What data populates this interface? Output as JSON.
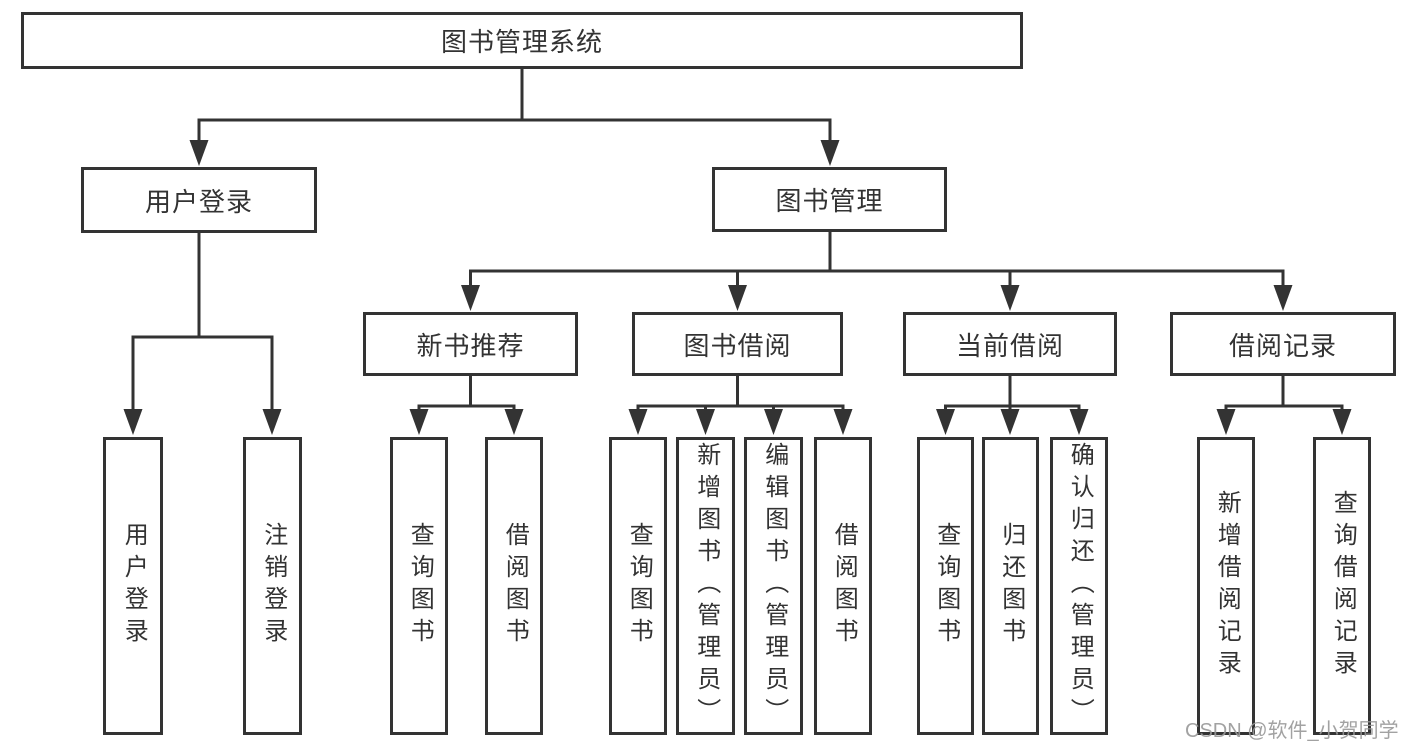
{
  "diagram": {
    "root": {
      "label": "图书管理系统"
    },
    "level2": [
      {
        "label": "用户登录"
      },
      {
        "label": "图书管理"
      }
    ],
    "level3": [
      {
        "label": "新书推荐"
      },
      {
        "label": "图书借阅"
      },
      {
        "label": "当前借阅"
      },
      {
        "label": "借阅记录"
      }
    ],
    "level4": {
      "user_login": [
        {
          "label": "用户登录"
        },
        {
          "label": "注销登录"
        }
      ],
      "new_book": [
        {
          "label": "查询图书"
        },
        {
          "label": "借阅图书"
        }
      ],
      "book_borrow": [
        {
          "label": "查询图书"
        },
        {
          "label": "新增图书（管理员）"
        },
        {
          "label": "编辑图书（管理员）"
        },
        {
          "label": "借阅图书"
        }
      ],
      "current_borrow": [
        {
          "label": "查询图书"
        },
        {
          "label": "归还图书"
        },
        {
          "label": "确认归还（管理员）"
        }
      ],
      "records": [
        {
          "label": "新增借阅记录"
        },
        {
          "label": "查询借阅记录"
        }
      ]
    }
  },
  "watermark": {
    "text": "CSDN @软件_小贺同学"
  },
  "colors": {
    "line": "#333333",
    "box_border": "#333333",
    "text": "#333333",
    "background": "#ffffff",
    "watermark": "#989898"
  }
}
